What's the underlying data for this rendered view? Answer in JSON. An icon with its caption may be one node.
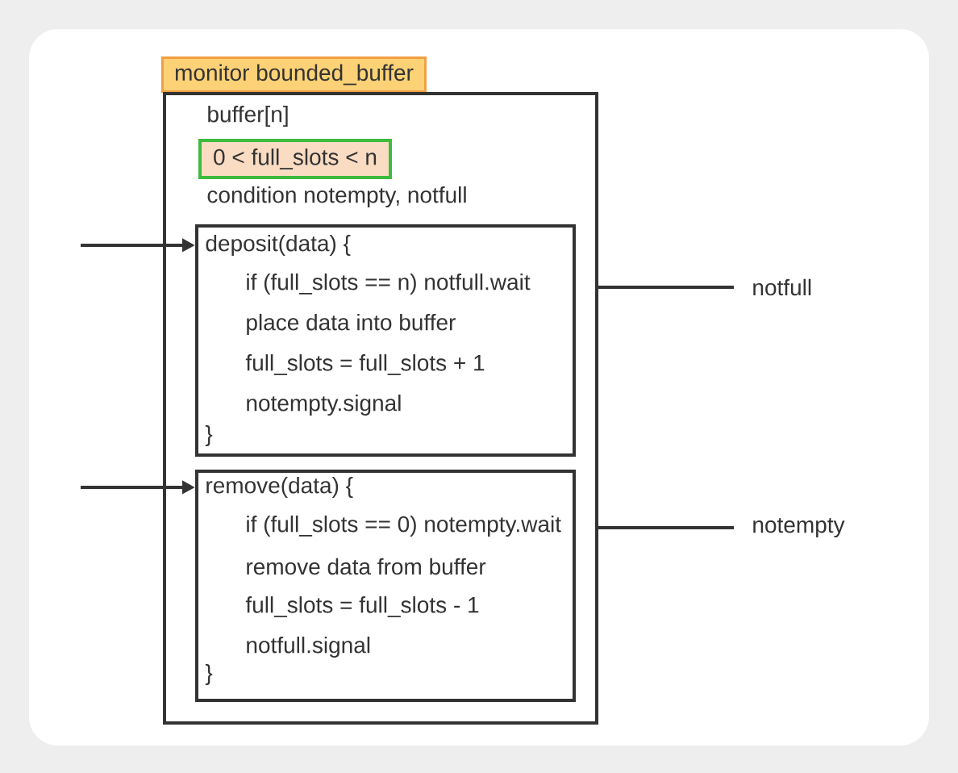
{
  "diagram": {
    "nodes": [
      {
        "text": [
          "monitor bounded_buffer"
        ]
      },
      {
        "text": [
          "buffer[n]",
          "condition notempty, notfull"
        ]
      },
      {
        "text": [
          "0 < full_slots < n"
        ],
        "in": 1
      },
      {
        "text": [
          "deposit(data) {",
          "if (full_slots == n) notfull.wait",
          "place data into buffer",
          "full_slots = full_slots + 1",
          "notempty.signal",
          "}"
        ],
        "in": 1
      },
      {
        "text": [
          "remove(data) {",
          "if (full_slots == 0) notempty.wait",
          "remove data from buffer",
          "full_slots = full_slots - 1",
          "notfull.signal",
          "}"
        ],
        "in": 1
      },
      {
        "text": [
          "notfull"
        ]
      },
      {
        "text": [
          "notempty"
        ]
      }
    ],
    "edges": [
      {
        "from": null,
        "to": 3,
        "arrow": "to"
      },
      {
        "from": null,
        "to": 4,
        "arrow": "to"
      },
      {
        "from": 1,
        "to": 5,
        "arrow": "none"
      },
      {
        "from": 1,
        "to": 6,
        "arrow": "none"
      }
    ]
  }
}
